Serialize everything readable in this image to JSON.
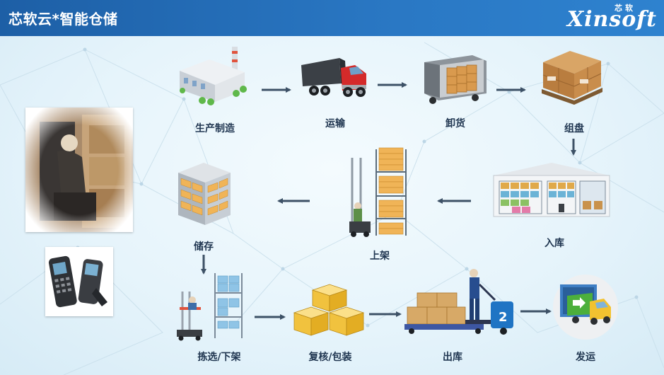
{
  "header": {
    "title": "芯软云*智能仓储"
  },
  "logo": {
    "chinese": "芯软",
    "text": "Xinsoft"
  },
  "steps": [
    {
      "label": "生产制造",
      "icon": "factory-icon"
    },
    {
      "label": "运输",
      "icon": "truck-icon"
    },
    {
      "label": "卸货",
      "icon": "unloading-trailer-icon"
    },
    {
      "label": "组盘",
      "icon": "palletized-boxes-icon"
    },
    {
      "label": "入库",
      "icon": "warehouse-icon"
    },
    {
      "label": "上架",
      "icon": "forklift-rack-icon"
    },
    {
      "label": "储存",
      "icon": "storage-shelf-icon"
    },
    {
      "label": "拣选/下架",
      "icon": "picking-lift-icon"
    },
    {
      "label": "复核/包装",
      "icon": "packages-icon"
    },
    {
      "label": "出库",
      "icon": "pallet-jack-icon"
    },
    {
      "label": "发运",
      "icon": "dispatch-truck-icon"
    }
  ],
  "colors": {
    "header": "#2a78c4",
    "arrow": "#3d5166",
    "label": "#1f3550"
  }
}
